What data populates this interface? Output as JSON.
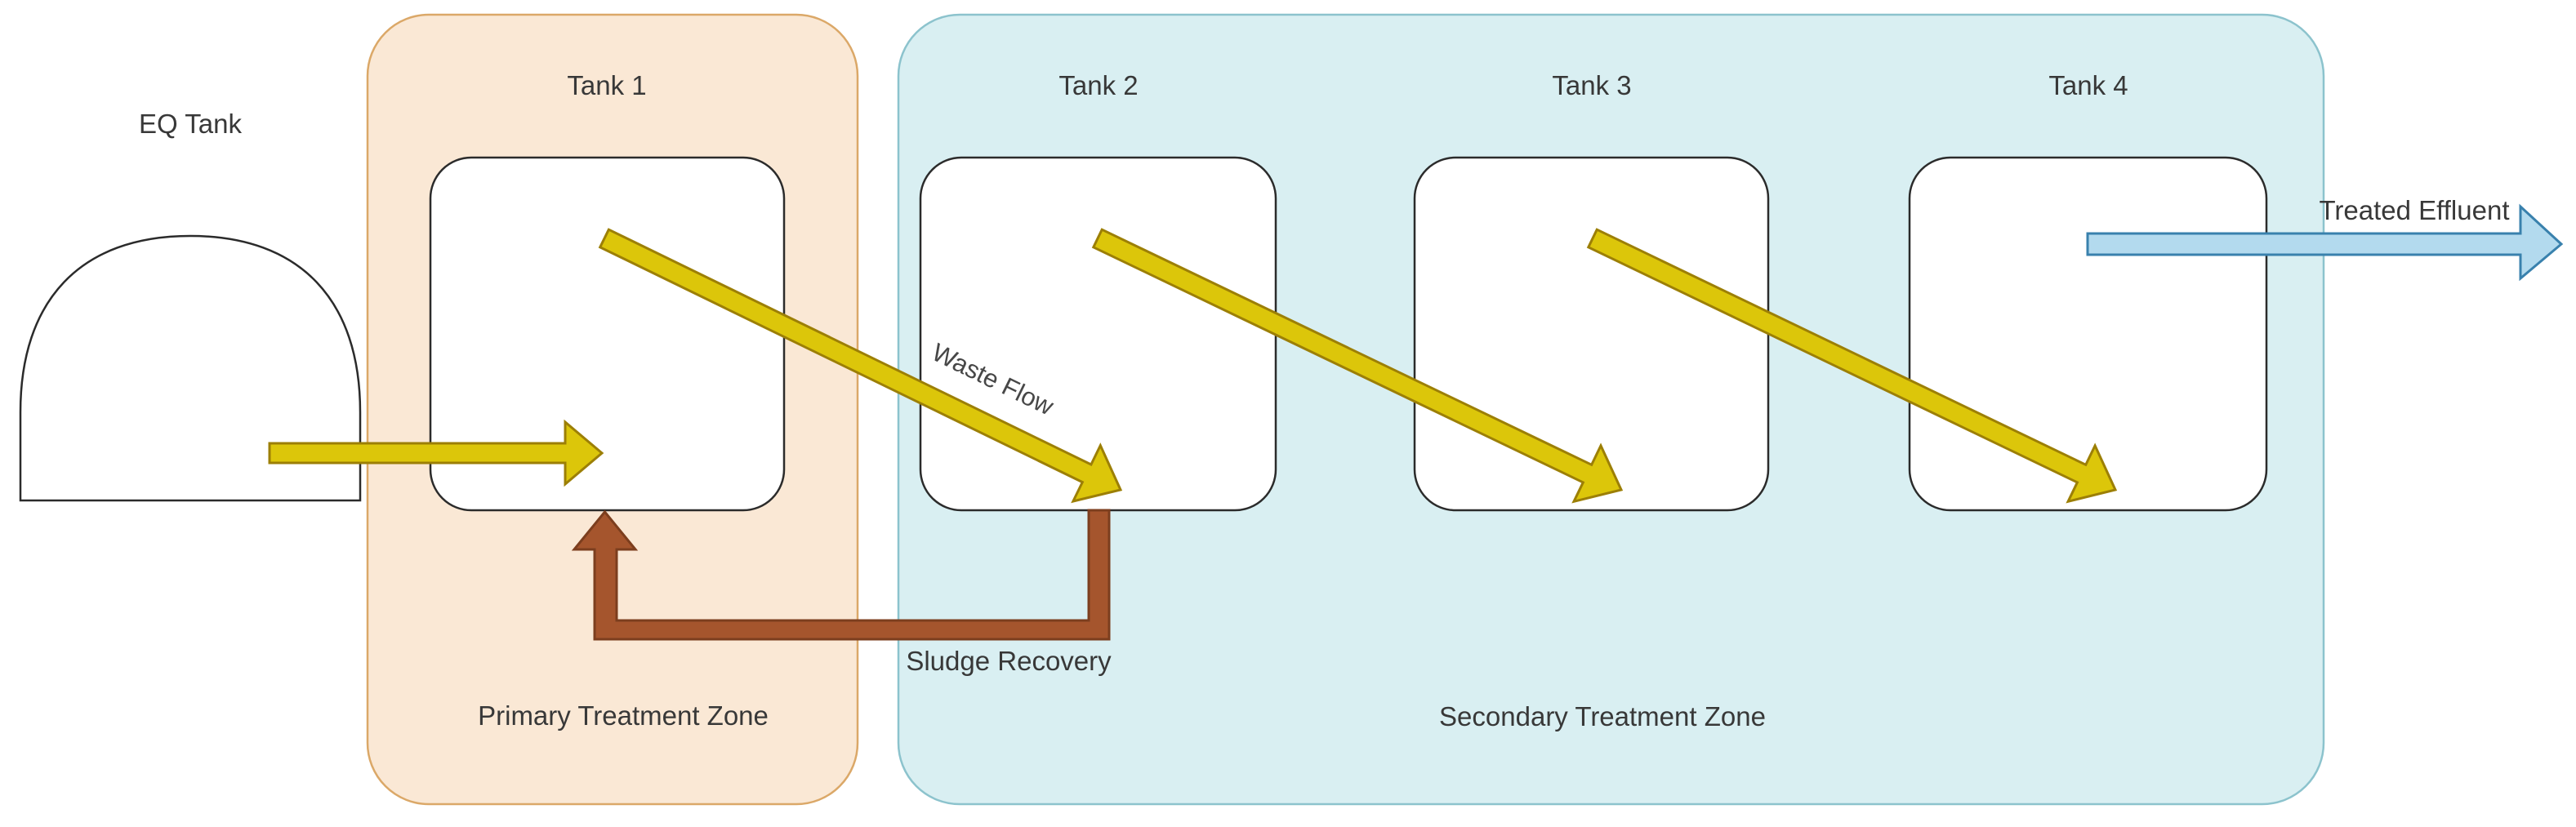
{
  "diagram": {
    "nodes": {
      "eq_tank": {
        "label": "EQ Tank"
      },
      "tank1": {
        "label": "Tank 1"
      },
      "tank2": {
        "label": "Tank 2"
      },
      "tank3": {
        "label": "Tank 3"
      },
      "tank4": {
        "label": "Tank 4"
      }
    },
    "zones": {
      "primary": {
        "label": "Primary Treatment Zone"
      },
      "secondary": {
        "label": "Secondary Treatment Zone"
      }
    },
    "flows": {
      "waste_flow": {
        "label": "Waste Flow"
      },
      "sludge_recovery": {
        "label": "Sludge Recovery"
      },
      "treated_effluent": {
        "label": "Treated Effluent"
      }
    },
    "colors": {
      "primary_zone_fill": "#FAE8D5",
      "primary_zone_stroke": "#DBA868",
      "secondary_zone_fill": "#D9EFF2",
      "secondary_zone_stroke": "#8CC3CD",
      "tank_fill": "#FFFFFF",
      "tank_stroke": "#2B2B2B",
      "waste_arrow_fill": "#DCC60A",
      "waste_arrow_stroke": "#9C7F06",
      "sludge_arrow_fill": "#A5552D",
      "sludge_arrow_stroke": "#7C3E1E",
      "effluent_arrow_fill": "#B3DAEE",
      "effluent_arrow_stroke": "#3981AD",
      "text_color": "#383838"
    }
  }
}
